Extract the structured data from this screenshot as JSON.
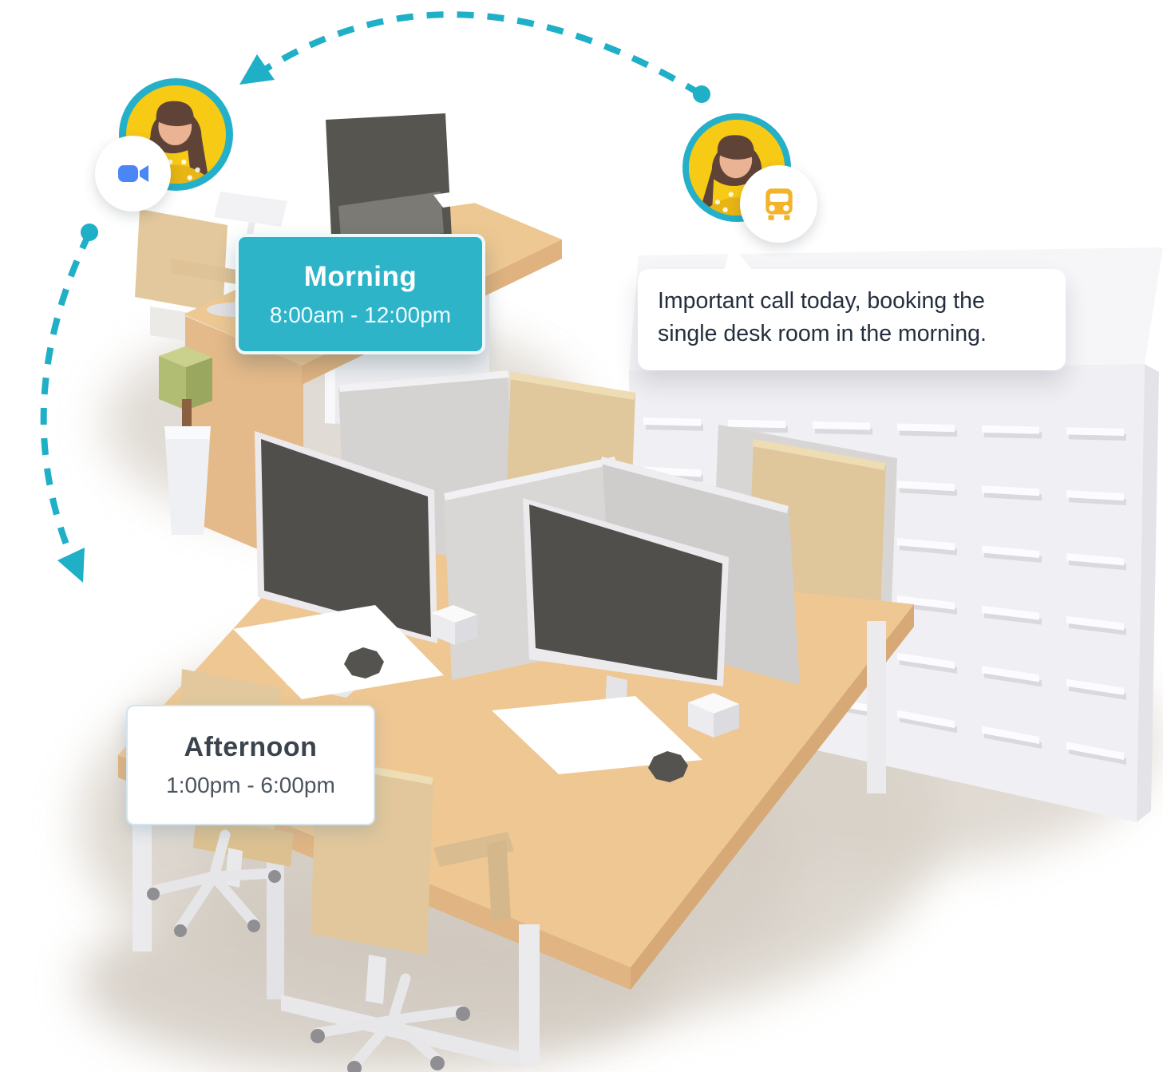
{
  "illustration": {
    "morning_card": {
      "title": "Morning",
      "time_range": "8:00am - 12:00pm"
    },
    "afternoon_card": {
      "title": "Afternoon",
      "time_range": "1:00pm - 6:00pm"
    },
    "speech_bubble": {
      "text": "Important call today, booking the single desk room in the morning."
    },
    "avatars": [
      {
        "id": "morning-person",
        "badge_icon": "video-camera-icon"
      },
      {
        "id": "afternoon-person",
        "badge_icon": "bus-icon"
      }
    ],
    "locker": {
      "handle_rows": 6,
      "handle_cols": 6
    },
    "colors": {
      "teal_accent": "#1fafc7",
      "morning_card_bg": "#2db4c9",
      "avatar_yellow": "#f7ca16",
      "video_icon_blue": "#4a86f6",
      "bus_icon_yellow": "#f2b42a",
      "desk_wood": "#eec793",
      "partition_gray": "#d6d4d3",
      "screen_dark": "#514f4b",
      "locker_white": "#f0eff3",
      "text_dark": "#242e3d"
    }
  }
}
